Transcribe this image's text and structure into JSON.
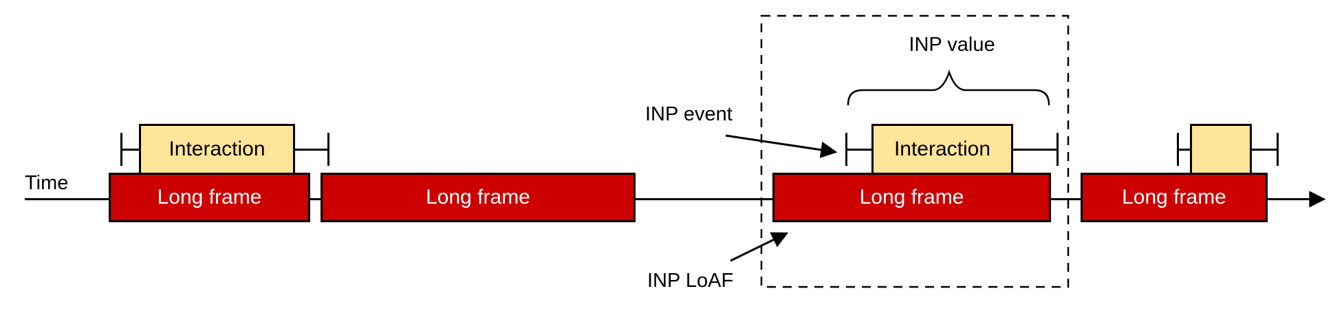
{
  "diagram": {
    "axis_label": "Time",
    "frames": [
      {
        "label": "Long frame"
      },
      {
        "label": "Long frame"
      },
      {
        "label": "Long frame"
      },
      {
        "label": "Long frame"
      }
    ],
    "interactions": [
      {
        "label": "Interaction"
      },
      {
        "label": "Interaction"
      },
      {
        "label": ""
      }
    ],
    "annotations": {
      "inp_event": "INP event",
      "inp_value": "INP value",
      "inp_loaf": "INP LoAF"
    },
    "colors": {
      "long_frame_fill": "#cc0000",
      "interaction_fill": "#ffe599",
      "line": "#000000",
      "frame_text": "#ffffff",
      "interaction_text": "#000000"
    }
  }
}
